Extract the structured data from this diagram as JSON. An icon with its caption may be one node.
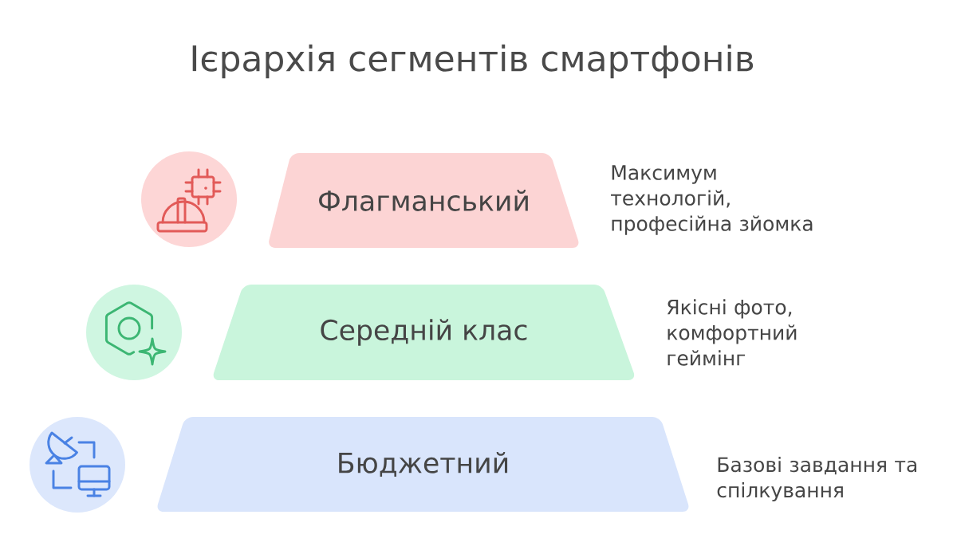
{
  "diagram": {
    "title": "Ієрархія сегментів смартфонів",
    "nodes": [
      {
        "text": [
          "Флагманський"
        ],
        "beside": [
          "Максимум технологій, професійна зйомка"
        ]
      },
      {
        "text": [
          "Середній клас"
        ],
        "beside": [
          "Якісні фото, комфортний геймінг"
        ]
      },
      {
        "text": [
          "Бюджетний"
        ],
        "beside": [
          "Базові завдання та спілкування"
        ]
      }
    ]
  }
}
